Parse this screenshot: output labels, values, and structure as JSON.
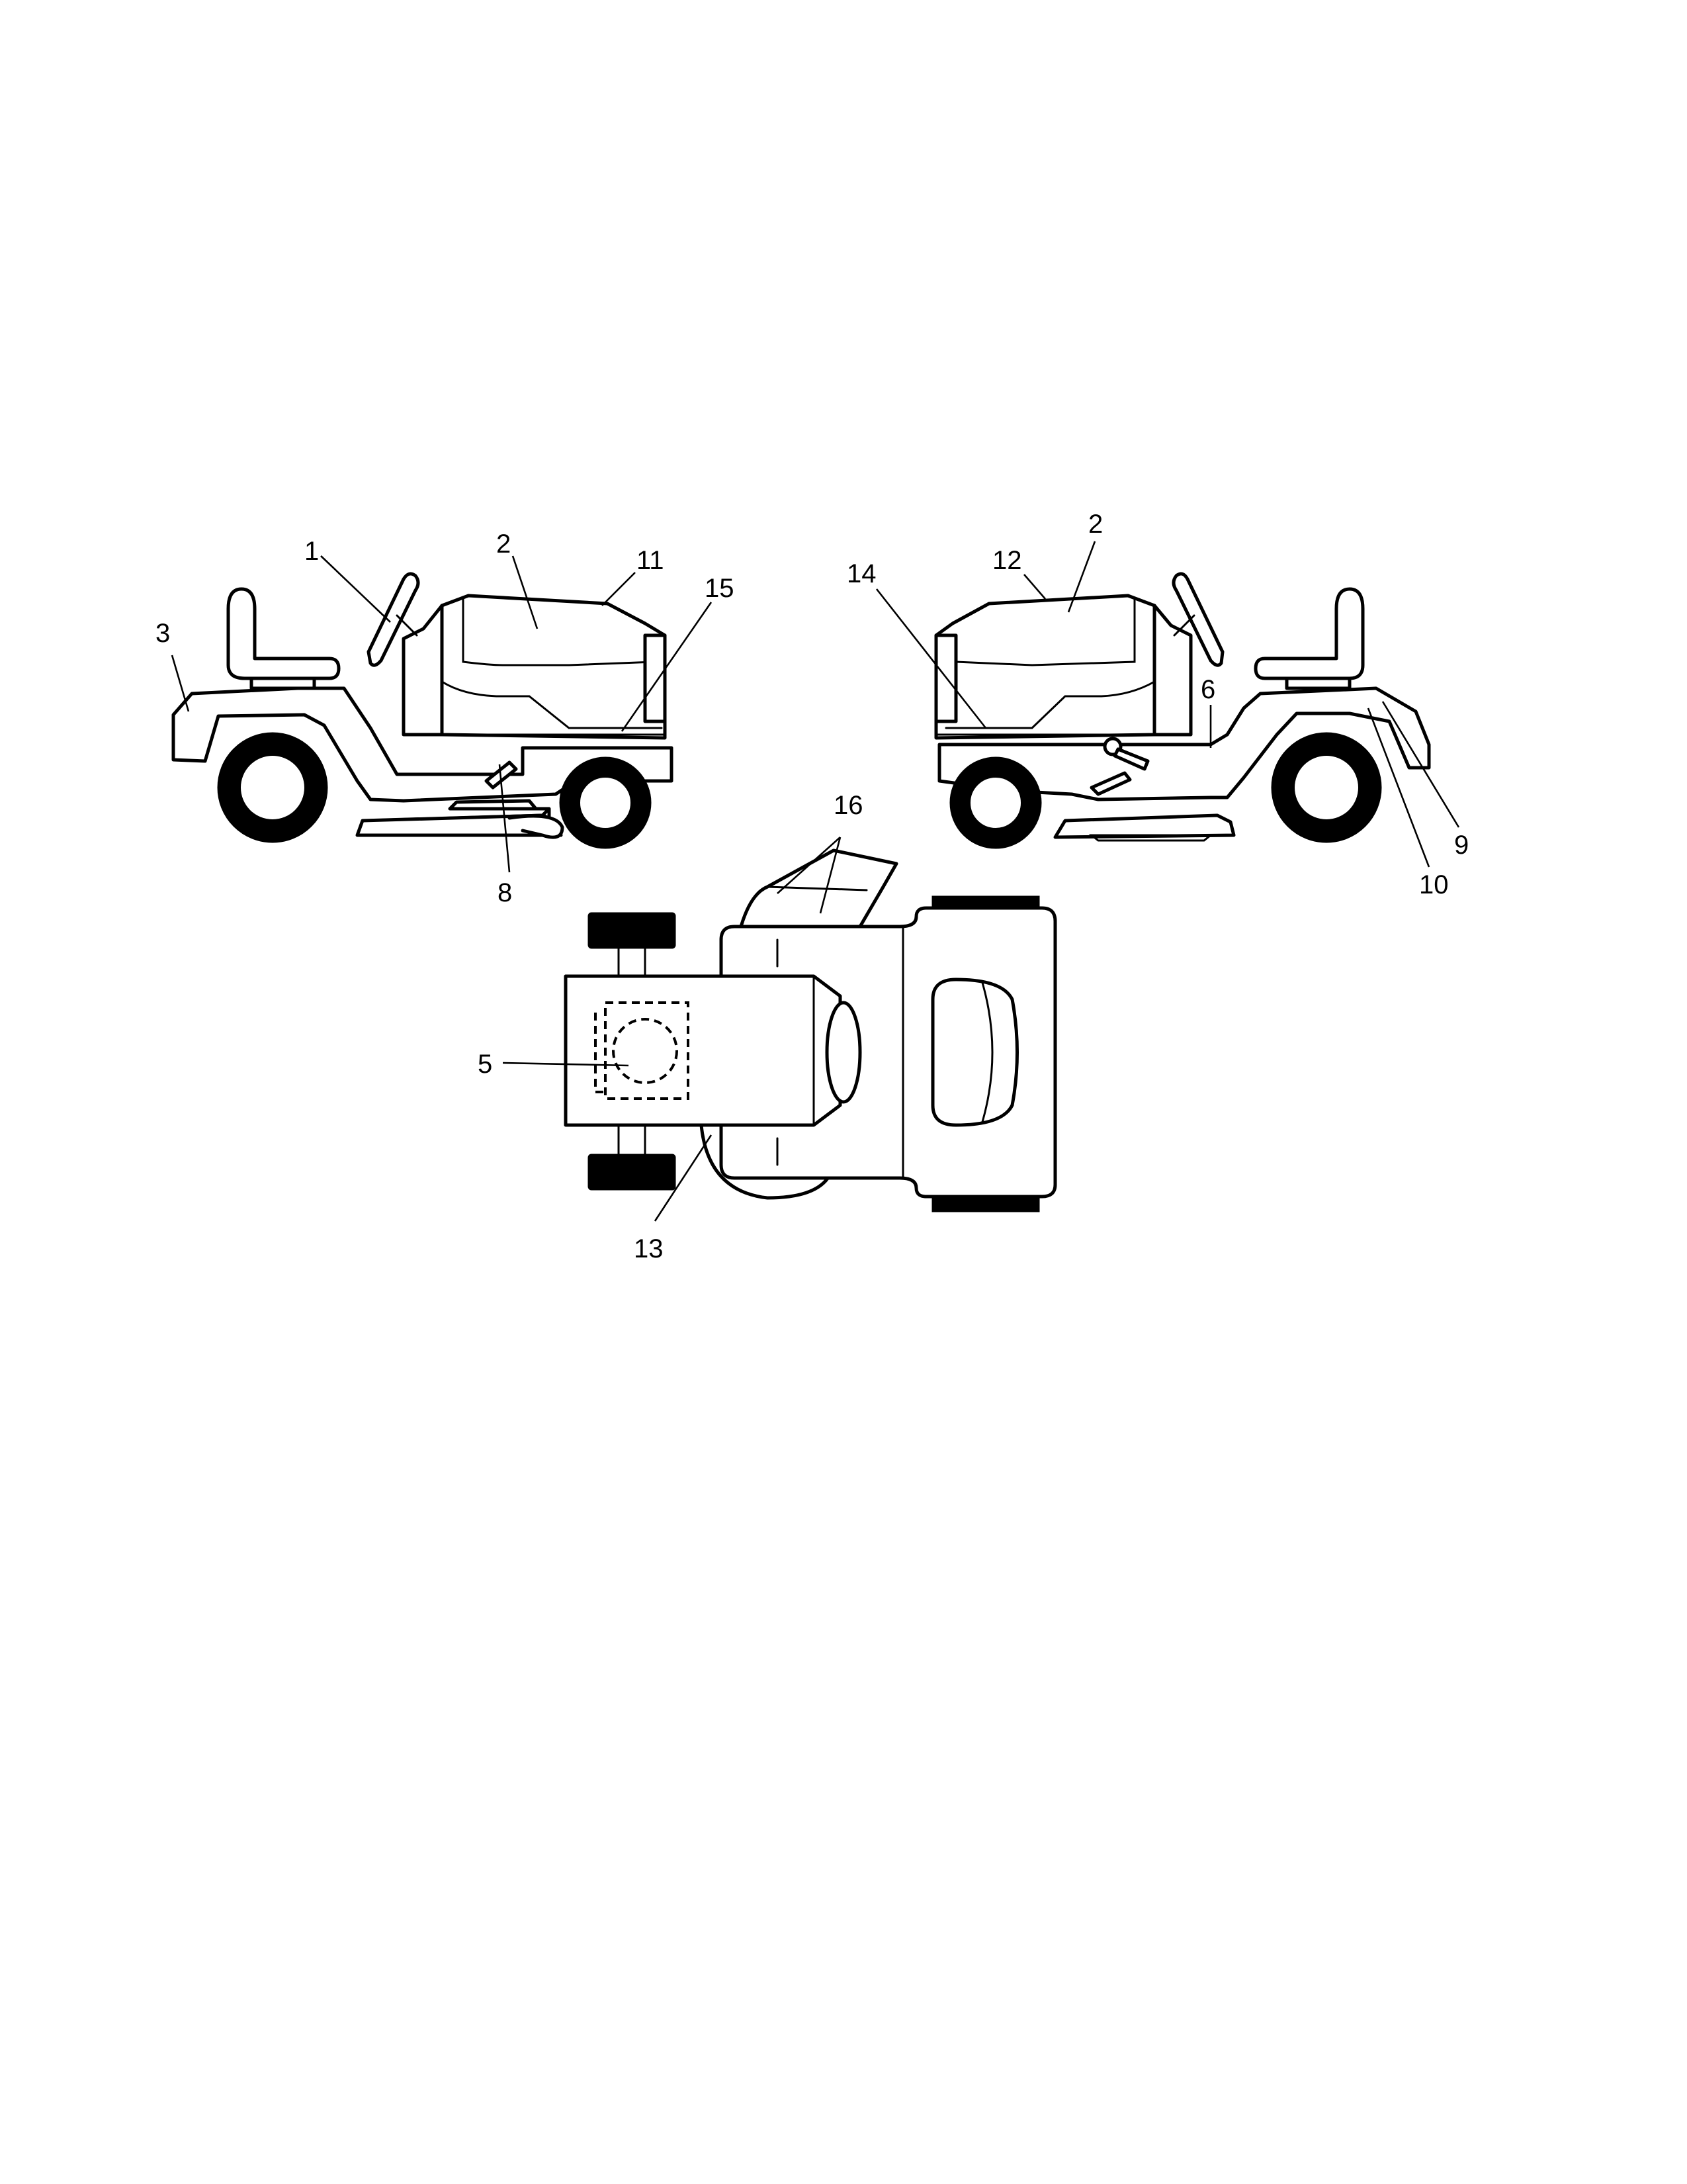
{
  "diagram": {
    "views": [
      "left-side-view",
      "right-side-view",
      "top-view"
    ],
    "callouts": [
      {
        "id": "c1",
        "text": "1",
        "points_to": "steering wheel"
      },
      {
        "id": "c2a",
        "text": "2",
        "points_to": "hood"
      },
      {
        "id": "c3",
        "text": "3",
        "points_to": "rear fender"
      },
      {
        "id": "c11",
        "text": "11",
        "points_to": "hood top"
      },
      {
        "id": "c15",
        "text": "15",
        "points_to": "grille"
      },
      {
        "id": "c8",
        "text": "8",
        "points_to": "deck lift lever"
      },
      {
        "id": "c2b",
        "text": "2",
        "points_to": "hood"
      },
      {
        "id": "c12",
        "text": "12",
        "points_to": "hood top"
      },
      {
        "id": "c14",
        "text": "14",
        "points_to": "grille"
      },
      {
        "id": "c6",
        "text": "6",
        "points_to": "running board"
      },
      {
        "id": "c9",
        "text": "9",
        "points_to": "rear fender"
      },
      {
        "id": "c10",
        "text": "10",
        "points_to": "rear fender"
      },
      {
        "id": "c16",
        "text": "16",
        "points_to": "discharge chute"
      },
      {
        "id": "c5",
        "text": "5",
        "points_to": "engine"
      },
      {
        "id": "c13",
        "text": "13",
        "points_to": "mower deck"
      }
    ]
  }
}
